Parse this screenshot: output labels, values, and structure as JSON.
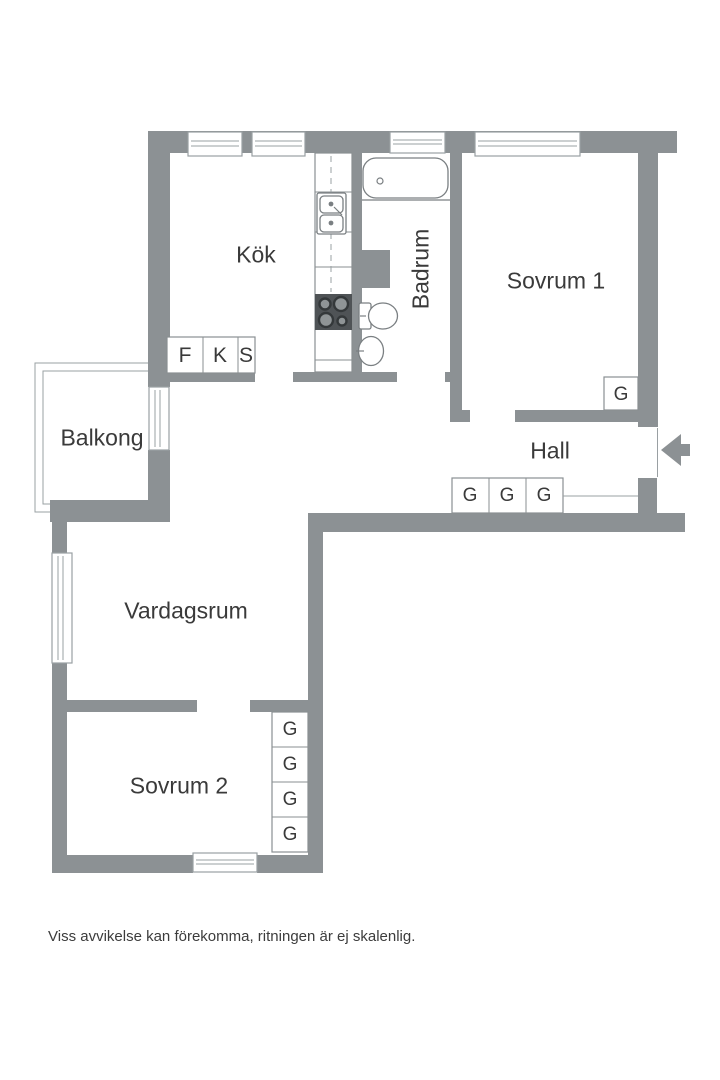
{
  "colors": {
    "wall": "#8c9194",
    "outline": "#7a7f82",
    "line": "#9aa0a3",
    "text": "#3a3a3a",
    "stove": "#4f5356",
    "bg": "#ffffff"
  },
  "rooms": {
    "kitchen": "Kök",
    "bathroom": "Badrum",
    "bedroom1": "Sovrum 1",
    "balcony": "Balkong",
    "hall": "Hall",
    "living_room": "Vardagsrum",
    "bedroom2": "Sovrum 2"
  },
  "kitchen_units": [
    "F",
    "K",
    "S"
  ],
  "wardrobes": {
    "bedroom1": [
      "G"
    ],
    "hall": [
      "G",
      "G",
      "G"
    ],
    "bedroom2": [
      "G",
      "G",
      "G",
      "G"
    ]
  },
  "footer": {
    "disclaimer": "Viss avvikelse kan förekomma, ritningen är ej skalenlig."
  }
}
